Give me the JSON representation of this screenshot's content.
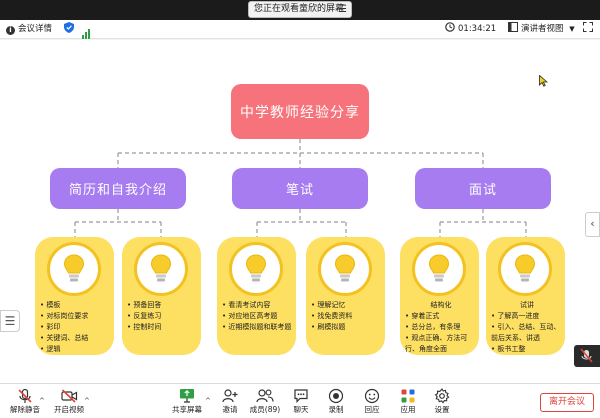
{
  "share_banner": {
    "text": "您正在观看童欣的屏幕"
  },
  "meeting_bar": {
    "details_label": "会议详情",
    "timer": "01:34:21",
    "view_label": "演讲者视图"
  },
  "slide": {
    "title": "中学教师经验分享",
    "categories": [
      "简历和自我介绍",
      "笔试",
      "面试"
    ],
    "cards": [
      {
        "heading": "",
        "items": [
          "模板",
          "对标岗位要求",
          "彩印",
          "关键词、总结",
          "逻辑"
        ]
      },
      {
        "heading": "",
        "items": [
          "预备回答",
          "反复练习",
          "控制时间"
        ]
      },
      {
        "heading": "",
        "items": [
          "看清考试内容",
          "对应地区高考题",
          "近期模拟题和联考题"
        ]
      },
      {
        "heading": "",
        "items": [
          "理解记忆",
          "找免费资料",
          "刷模拟题"
        ]
      },
      {
        "heading": "结构化",
        "items": [
          "穿着正式",
          "总分总，有条理",
          "观点正确、方法可行、角度全面"
        ]
      },
      {
        "heading": "试讲",
        "items": [
          "了解高一进度",
          "引入、总结、互动、前后关系、讲透",
          "板书工整"
        ]
      }
    ]
  },
  "controls": {
    "mute": "解除静音",
    "video": "开启视频",
    "share": "共享屏幕",
    "invite": "邀请",
    "members": "成员(89)",
    "chat": "聊天",
    "record": "录制",
    "reaction": "回应",
    "apps": "应用",
    "settings": "设置",
    "leave": "离开会议"
  },
  "colors": {
    "title_box": "#f7737b",
    "category_box": "#a67cf0",
    "card": "#fddf61",
    "leave": "#e0433a"
  }
}
